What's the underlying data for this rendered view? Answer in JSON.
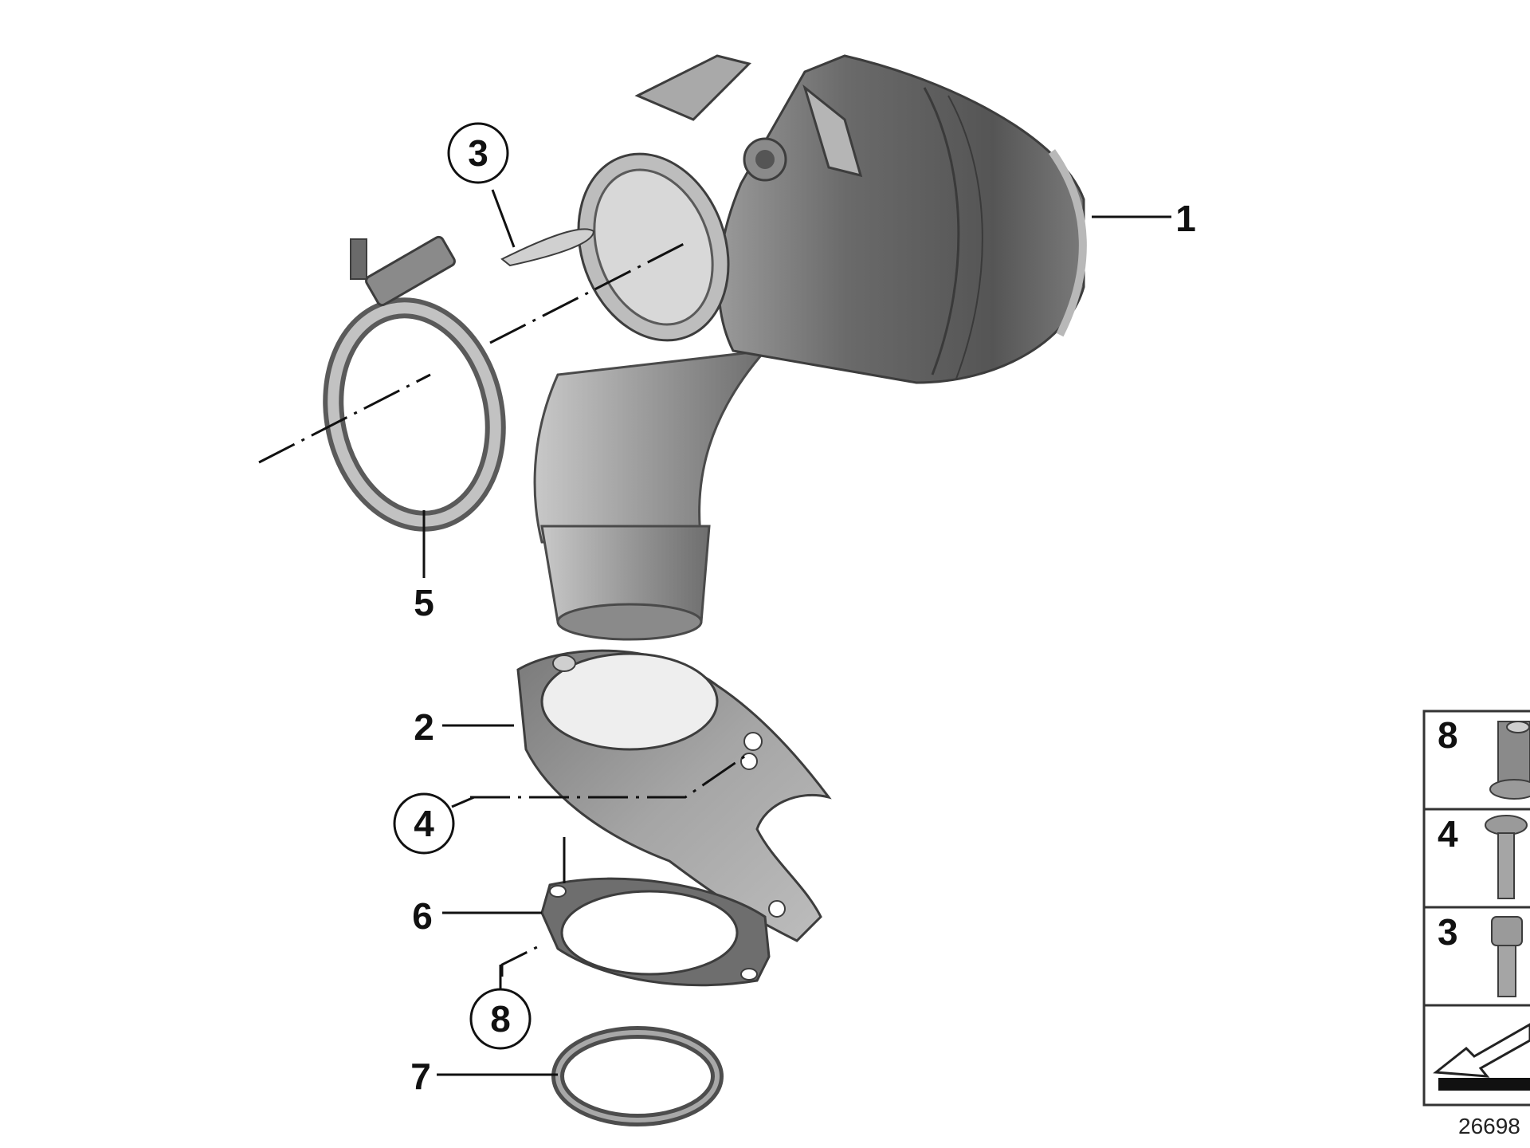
{
  "callouts": [
    {
      "id": "1",
      "label": "1"
    },
    {
      "id": "2",
      "label": "2"
    },
    {
      "id": "3",
      "label": "3"
    },
    {
      "id": "4",
      "label": "4"
    },
    {
      "id": "5",
      "label": "5"
    },
    {
      "id": "6",
      "label": "6"
    },
    {
      "id": "7",
      "label": "7"
    },
    {
      "id": "8",
      "label": "8"
    }
  ],
  "legend": [
    {
      "label": "8",
      "icon": "flange-nut-icon"
    },
    {
      "label": "4",
      "icon": "torx-bolt-icon"
    },
    {
      "label": "3",
      "icon": "socket-cap-screw-icon"
    },
    {
      "icon": "installation-arrow-icon"
    }
  ],
  "reference_number": "26698",
  "colors": {
    "part_dark": "#5f5f5f",
    "part_mid": "#8a8a8a",
    "part_light": "#c4c4c4",
    "ink": "#111111"
  }
}
